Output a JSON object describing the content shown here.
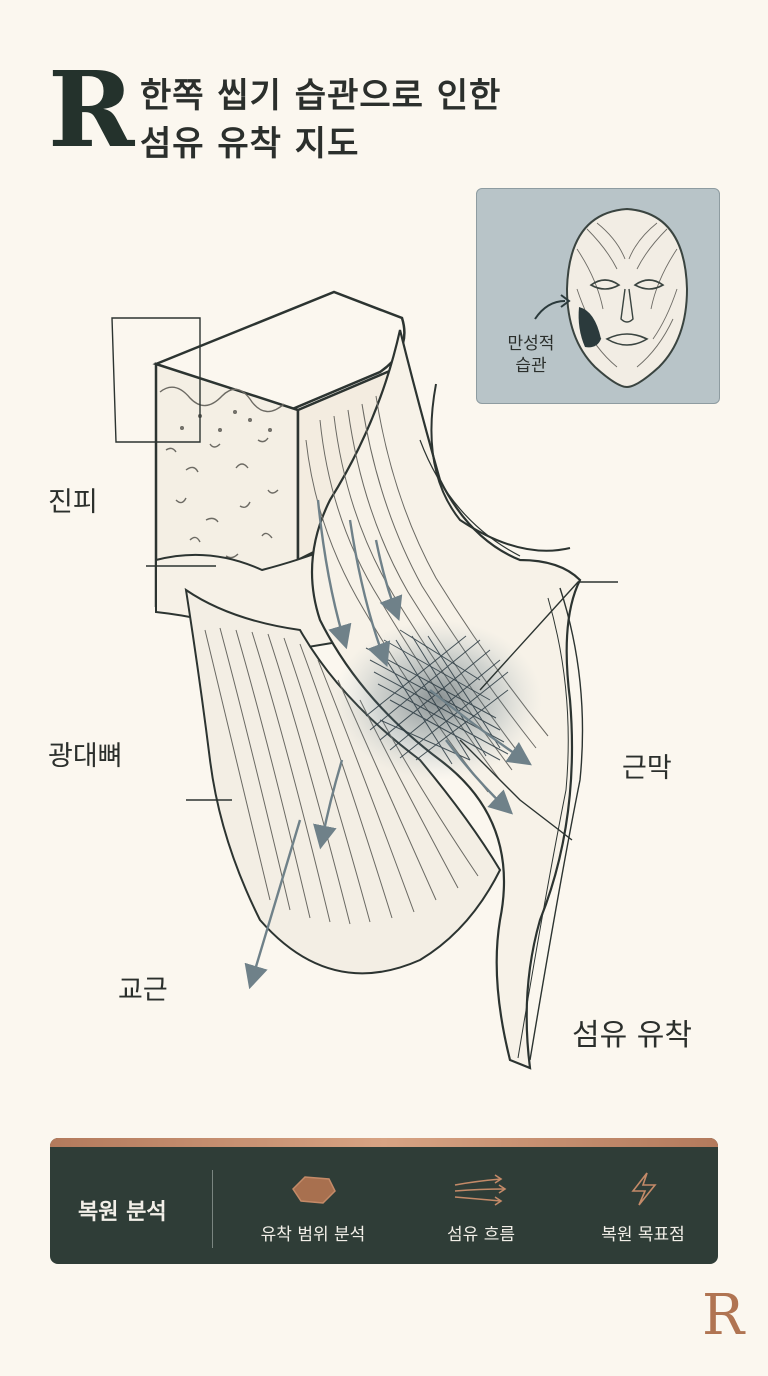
{
  "header": {
    "logo_letter": "R",
    "title_line1": "한쪽 씹기 습관으로 인한",
    "title_line2": "섬유 유착 지도"
  },
  "labels": {
    "dermis": "진피",
    "zygoma": "광대뼈",
    "fascia": "근막",
    "masseter": "교근",
    "adhesion": "섬유 유착"
  },
  "inset": {
    "caption_line1": "만성적",
    "caption_line2": "습관"
  },
  "panel": {
    "title": "복원 분석",
    "items": [
      {
        "label": "유착 범위 분석",
        "icon": "adhesion-patch-icon"
      },
      {
        "label": "섬유 흐름",
        "icon": "fiber-flow-arrows-icon"
      },
      {
        "label": "복원 목표점",
        "icon": "lightning-target-icon"
      }
    ]
  },
  "footer": {
    "corner_letter": "R"
  },
  "colors": {
    "background": "#fbf7ef",
    "panel": "#2f3d37",
    "accent_copper": "#b37a5c",
    "ink": "#2c3431",
    "arrow": "#6f8189"
  }
}
